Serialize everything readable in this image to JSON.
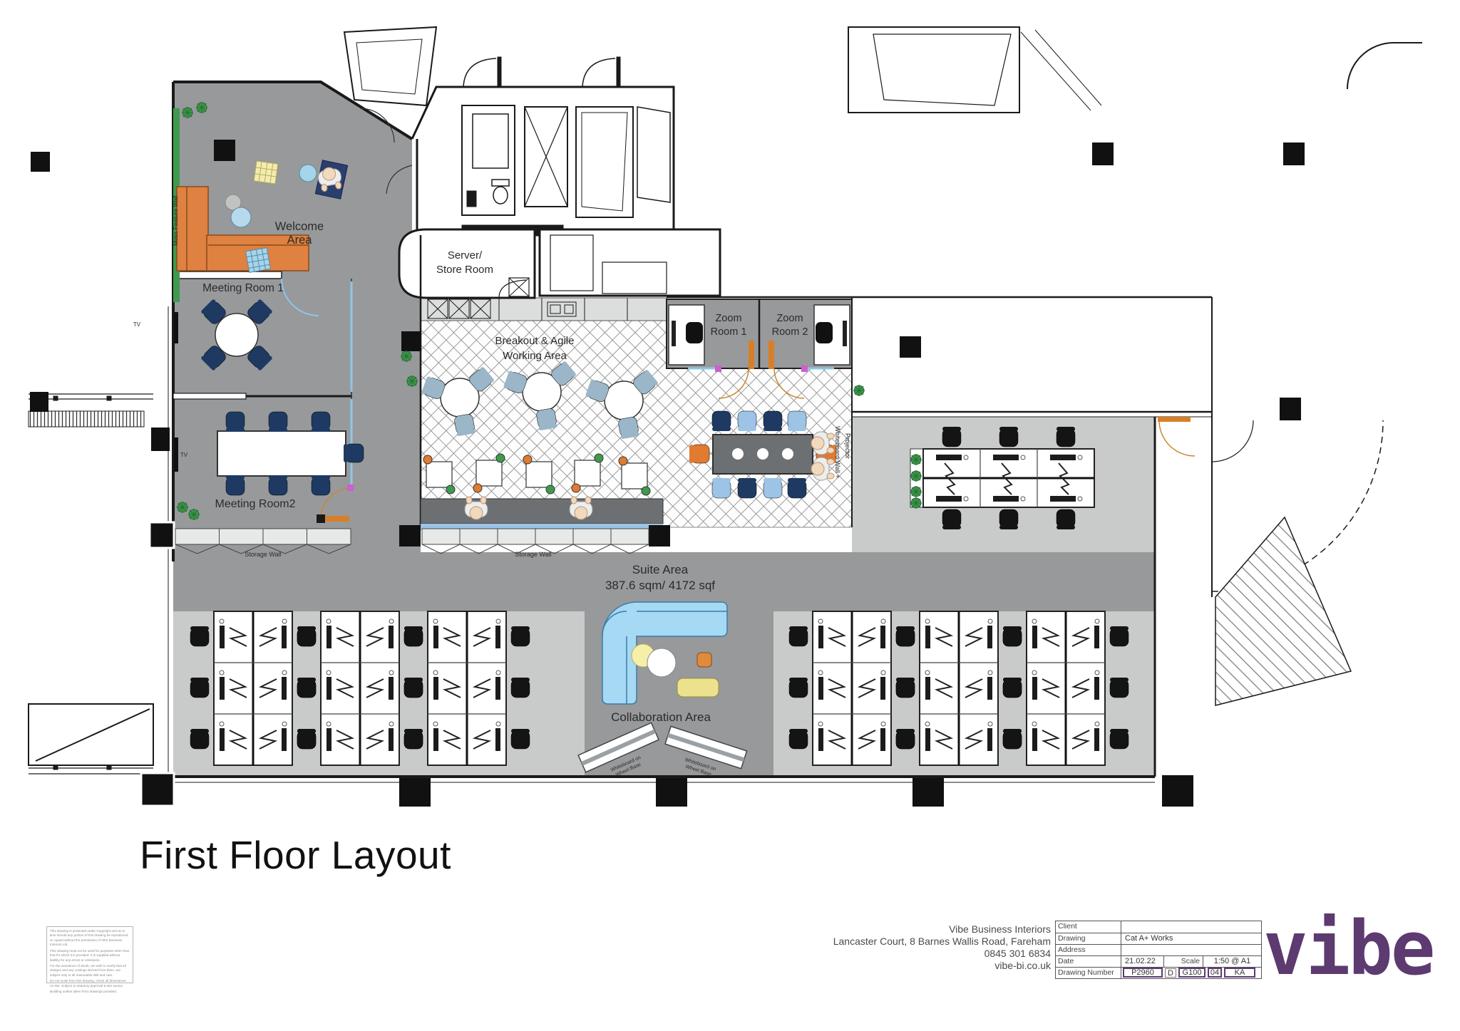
{
  "drawing_title": "First Floor Layout",
  "logo_text": "vibe",
  "colors": {
    "accent_purple": "#5d3a70",
    "floor_dark": "#97999b",
    "floor_light": "#c9cbca",
    "glazing_blue": "#8ec6e8",
    "door_orange": "#d77f28",
    "sofa_orange": "#df8140",
    "collab_sofa_blue": "#a6d9f4",
    "chair_navy": "#1e3a63",
    "plant_green": "#3f9a4d"
  },
  "rooms": {
    "welcome_line1": "Welcome",
    "welcome_line2": "Area",
    "meeting_room_1": "Meeting Room 1",
    "meeting_room_2": "Meeting Room2",
    "server_line1": "Server/",
    "server_line2": "Store Room",
    "breakout_line1": "Breakout & Agile",
    "breakout_line2": "Working Area",
    "zoom_room_1_line1": "Zoom",
    "zoom_room_1_line2": "Room 1",
    "zoom_room_2_line1": "Zoom",
    "zoom_room_2_line2": "Room 2",
    "suite_line1": "Suite Area",
    "suite_line2": "387.6 sqm/ 4172 sqf",
    "collaboration": "Collaboration Area"
  },
  "annotations": {
    "storage_wall": "Storage Wall",
    "moss_feature_wall": "Moss Feature Wall",
    "whiteboard_wall_line1": "Whiteboard Wall +",
    "whiteboard_wall_line2": "Projector",
    "whiteboard_wheel_line1": "Whiteboard on",
    "whiteboard_wheel_line2": "Wheel Base",
    "tv": "TV"
  },
  "title_block": {
    "company_lines": [
      "Vibe Business Interiors",
      "Lancaster Court, 8 Barnes Wallis Road, Fareham",
      "0845 301 6834",
      "vibe-bi.co.uk"
    ],
    "client_label": "Client",
    "client_value": "",
    "drawing_label": "Drawing",
    "drawing_value": "Cat A+ Works",
    "address_label": "Address",
    "address_value": "",
    "date_label": "Date",
    "date_value": "21.02.22",
    "scale_label": "Scale",
    "scale_value": "1:50 @ A1",
    "number_label": "Drawing Number",
    "number_value": "P2960",
    "revision": "D",
    "sheet": "G100",
    "issue": "04",
    "initials": "KA"
  },
  "disclaimer": {
    "p1": "This drawing is protected under Copyright and at no time should any portion of this drawing be reproduced or copied without the permission of Vibe Business Interiors Ltd.",
    "p2": "This drawing must not be used for purposes other than that for which it is provided. It is supplied without liability for any errors or omissions.",
    "p3": "For the avoidance of doubt, we wish to clarify that all designs and any costings derived from them, are subject only to all reasonable skill and care.",
    "p4": "Do not scale from this drawing, check all dimensions on site. Subject to statutory approval & site survey.",
    "p5": "Building outline taken from drawings provided."
  }
}
